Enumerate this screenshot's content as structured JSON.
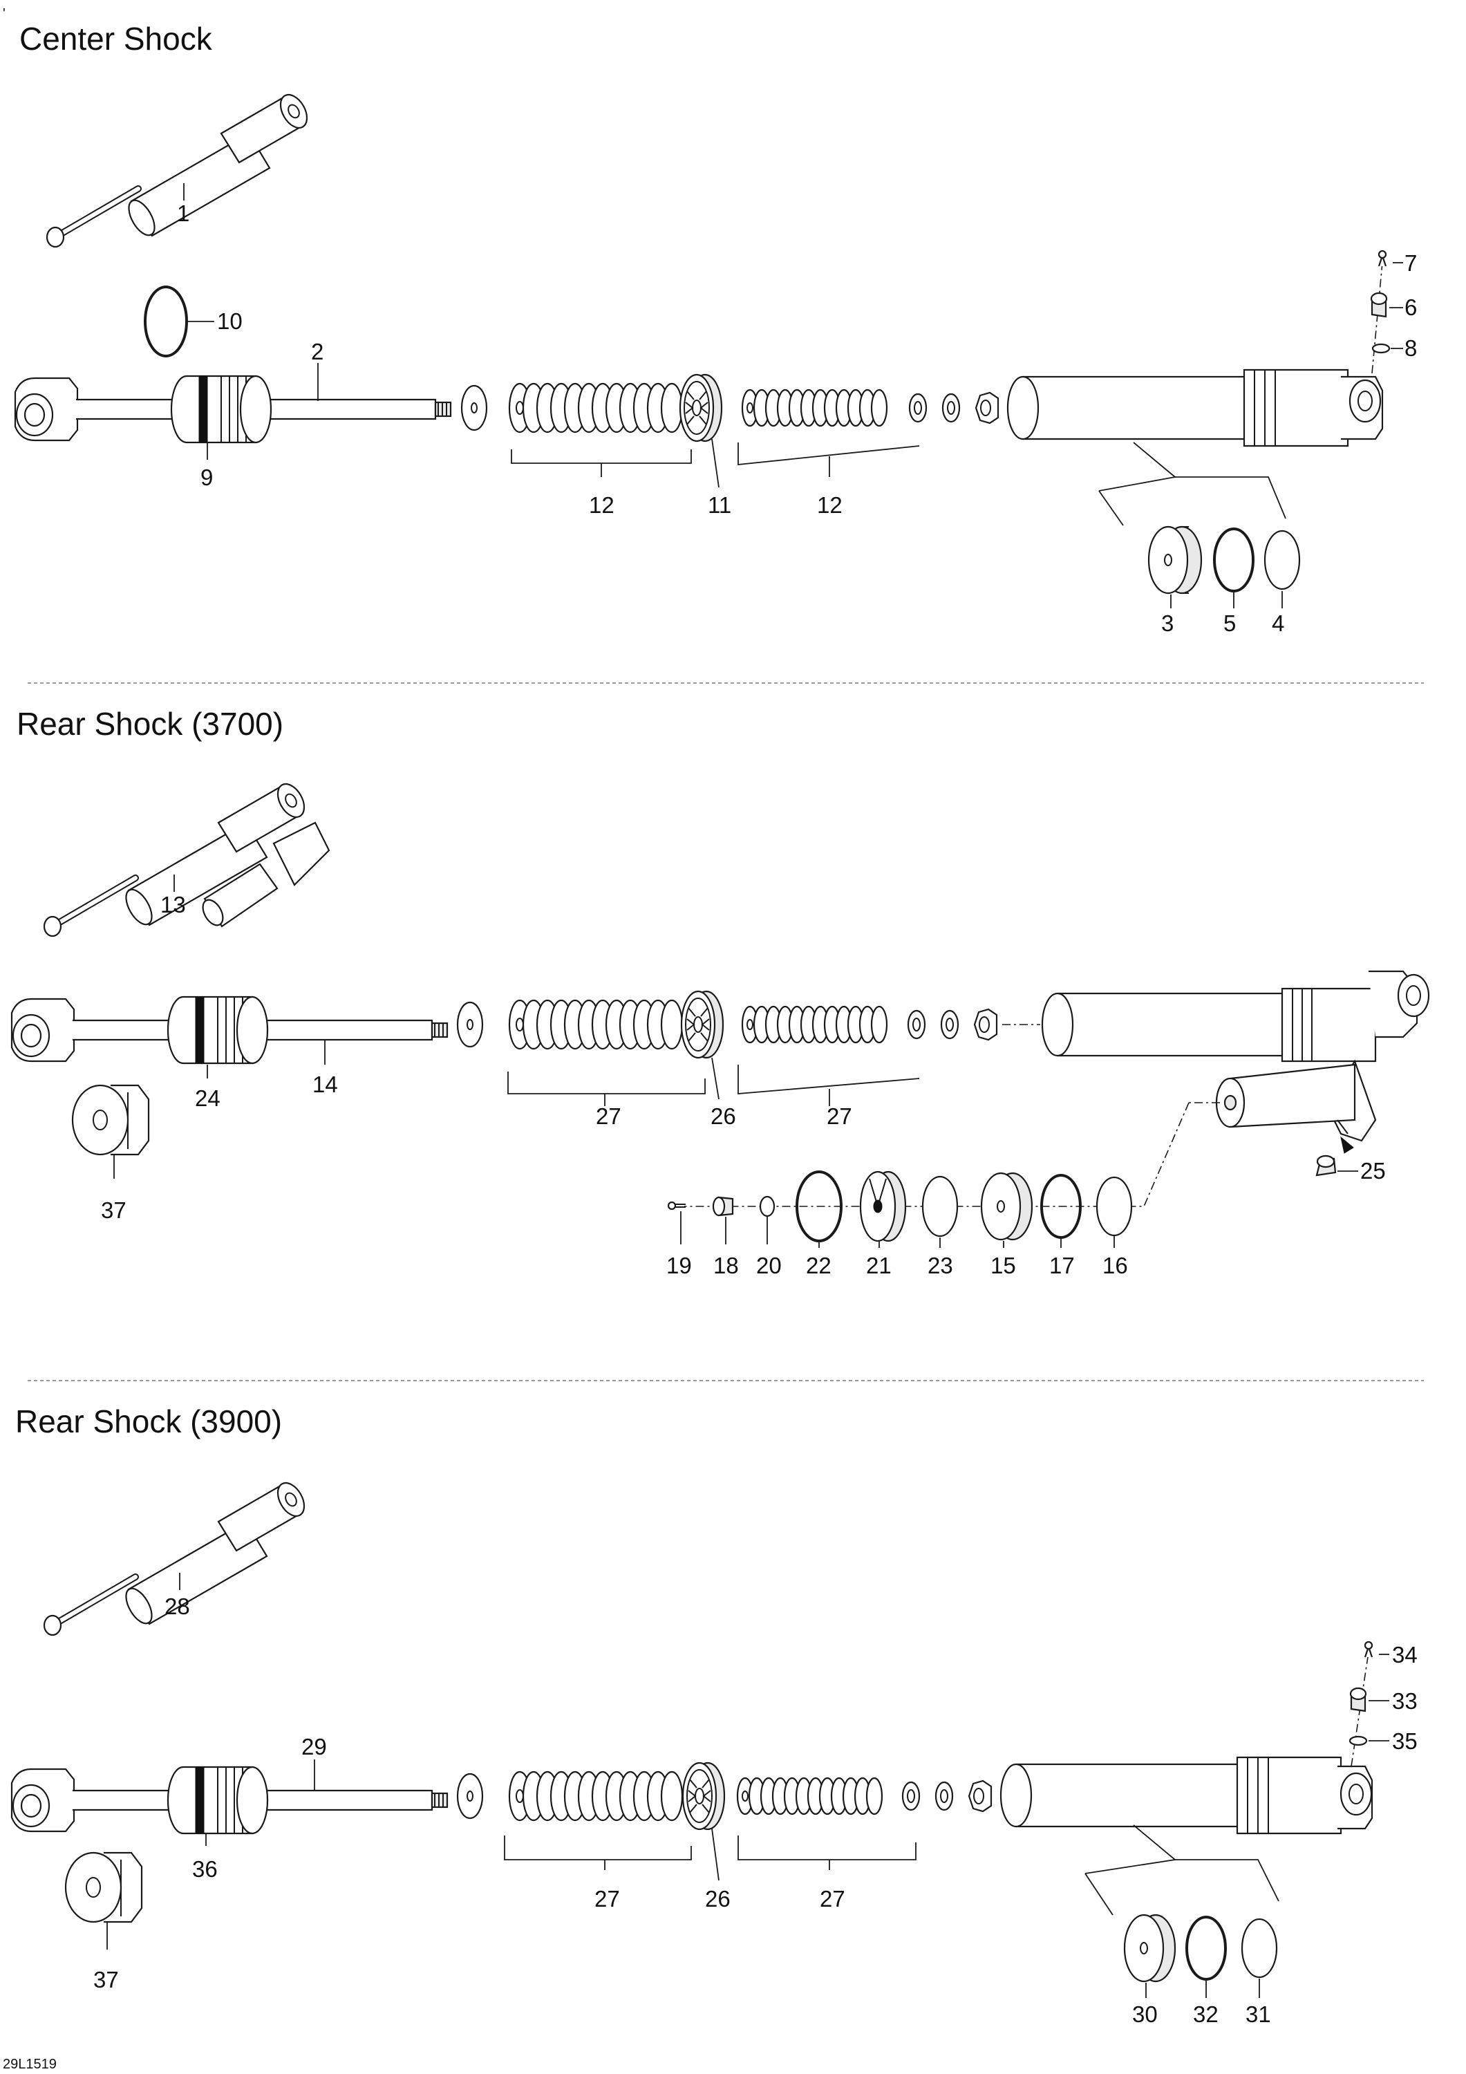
{
  "sections": [
    {
      "title": "Center Shock"
    },
    {
      "title": "Rear Shock (3700)"
    },
    {
      "title": "Rear Shock (3900)"
    }
  ],
  "callouts": {
    "c1": "1",
    "c2": "2",
    "c3": "3",
    "c4": "4",
    "c5": "5",
    "c6": "6",
    "c7": "7",
    "c8": "8",
    "c9": "9",
    "c10": "10",
    "c11": "11",
    "c12a": "12",
    "c12b": "12",
    "c13": "13",
    "c14": "14",
    "c15": "15",
    "c16": "16",
    "c17": "17",
    "c18": "18",
    "c19": "19",
    "c20": "20",
    "c21": "21",
    "c22": "22",
    "c23": "23",
    "c24": "24",
    "c25": "25",
    "c26a": "26",
    "c27a": "27",
    "c27b": "27",
    "c37a": "37",
    "c28": "28",
    "c29": "29",
    "c30": "30",
    "c31": "31",
    "c32": "32",
    "c33": "33",
    "c34": "34",
    "c35": "35",
    "c36": "36",
    "c26b": "26",
    "c27c": "27",
    "c27d": "27",
    "c37b": "37"
  },
  "figure_code": "29L1519"
}
